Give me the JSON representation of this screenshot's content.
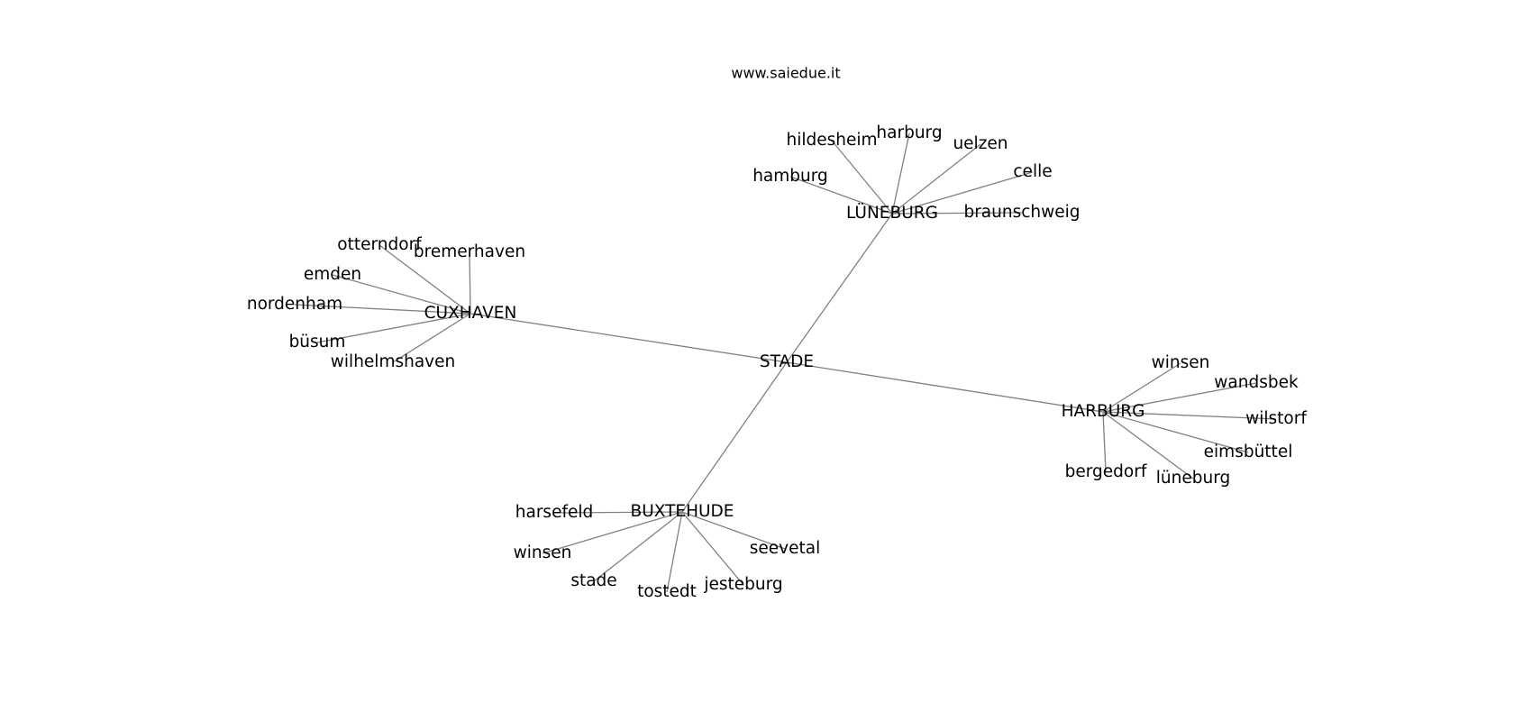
{
  "watermark": "www.saiedue.it",
  "center": "STADE",
  "hubs": [
    {
      "name": "LÜNEBURG",
      "leaves": [
        "hildesheim",
        "harburg",
        "uelzen",
        "celle",
        "hamburg",
        "braunschweig"
      ]
    },
    {
      "name": "CUXHAVEN",
      "leaves": [
        "otterndorf",
        "bremerhaven",
        "emden",
        "nordenham",
        "büsum",
        "wilhelmshaven"
      ]
    },
    {
      "name": "HARBURG",
      "leaves": [
        "winsen",
        "wandsbek",
        "wilstorf",
        "eimsbüttel",
        "bergedorf",
        "lüneburg"
      ]
    },
    {
      "name": "BUXTEHUDE",
      "leaves": [
        "harsefeld",
        "winsen",
        "seevetal",
        "stade",
        "tostedt",
        "jesteburg"
      ]
    }
  ],
  "colors": {
    "edge": "#808080",
    "text": "#000000",
    "background": "#ffffff"
  }
}
